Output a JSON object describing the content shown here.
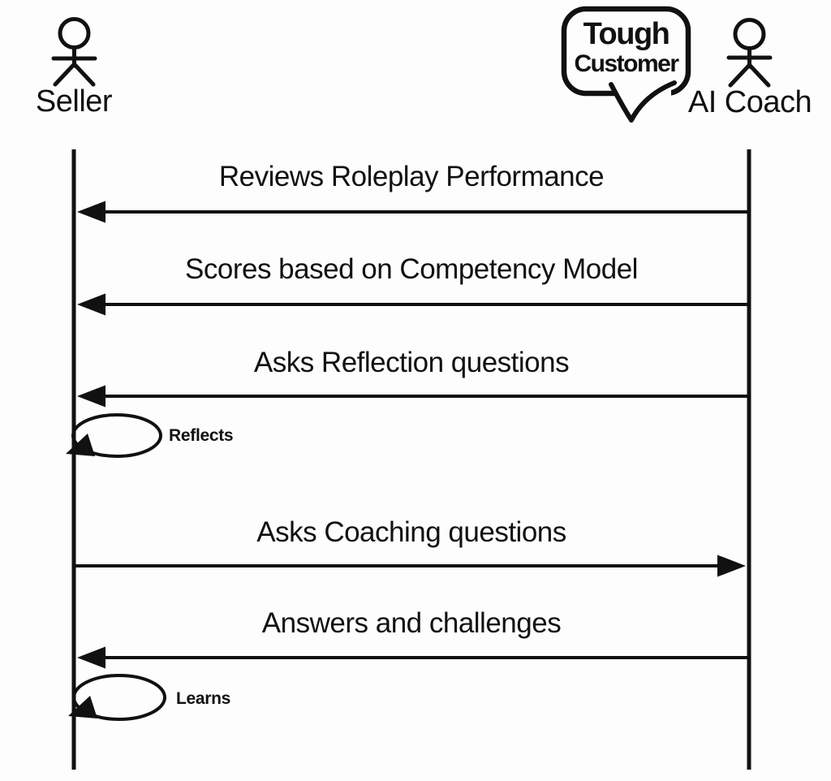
{
  "colors": {
    "ink": "#111111",
    "background": "#fdfdfd"
  },
  "actors": {
    "seller": {
      "label": "Seller"
    },
    "ai_coach": {
      "label": "AI Coach"
    }
  },
  "speech_bubble": {
    "line1": "Tough",
    "line2": "Customer"
  },
  "messages": [
    {
      "label": "Reviews Roleplay Performance",
      "from": "AI Coach",
      "to": "Seller",
      "direction": "right-to-left"
    },
    {
      "label": "Scores based on Competency Model",
      "from": "AI Coach",
      "to": "Seller",
      "direction": "right-to-left"
    },
    {
      "label": "Asks Reflection questions",
      "from": "AI Coach",
      "to": "Seller",
      "direction": "right-to-left"
    },
    {
      "label": "Reflects",
      "type": "self-message",
      "actor": "Seller"
    },
    {
      "label": "Asks Coaching questions",
      "from": "Seller",
      "to": "AI Coach",
      "direction": "left-to-right"
    },
    {
      "label": "Answers and challenges",
      "from": "AI Coach",
      "to": "Seller",
      "direction": "right-to-left"
    },
    {
      "label": "Learns",
      "type": "self-message",
      "actor": "Seller"
    }
  ]
}
